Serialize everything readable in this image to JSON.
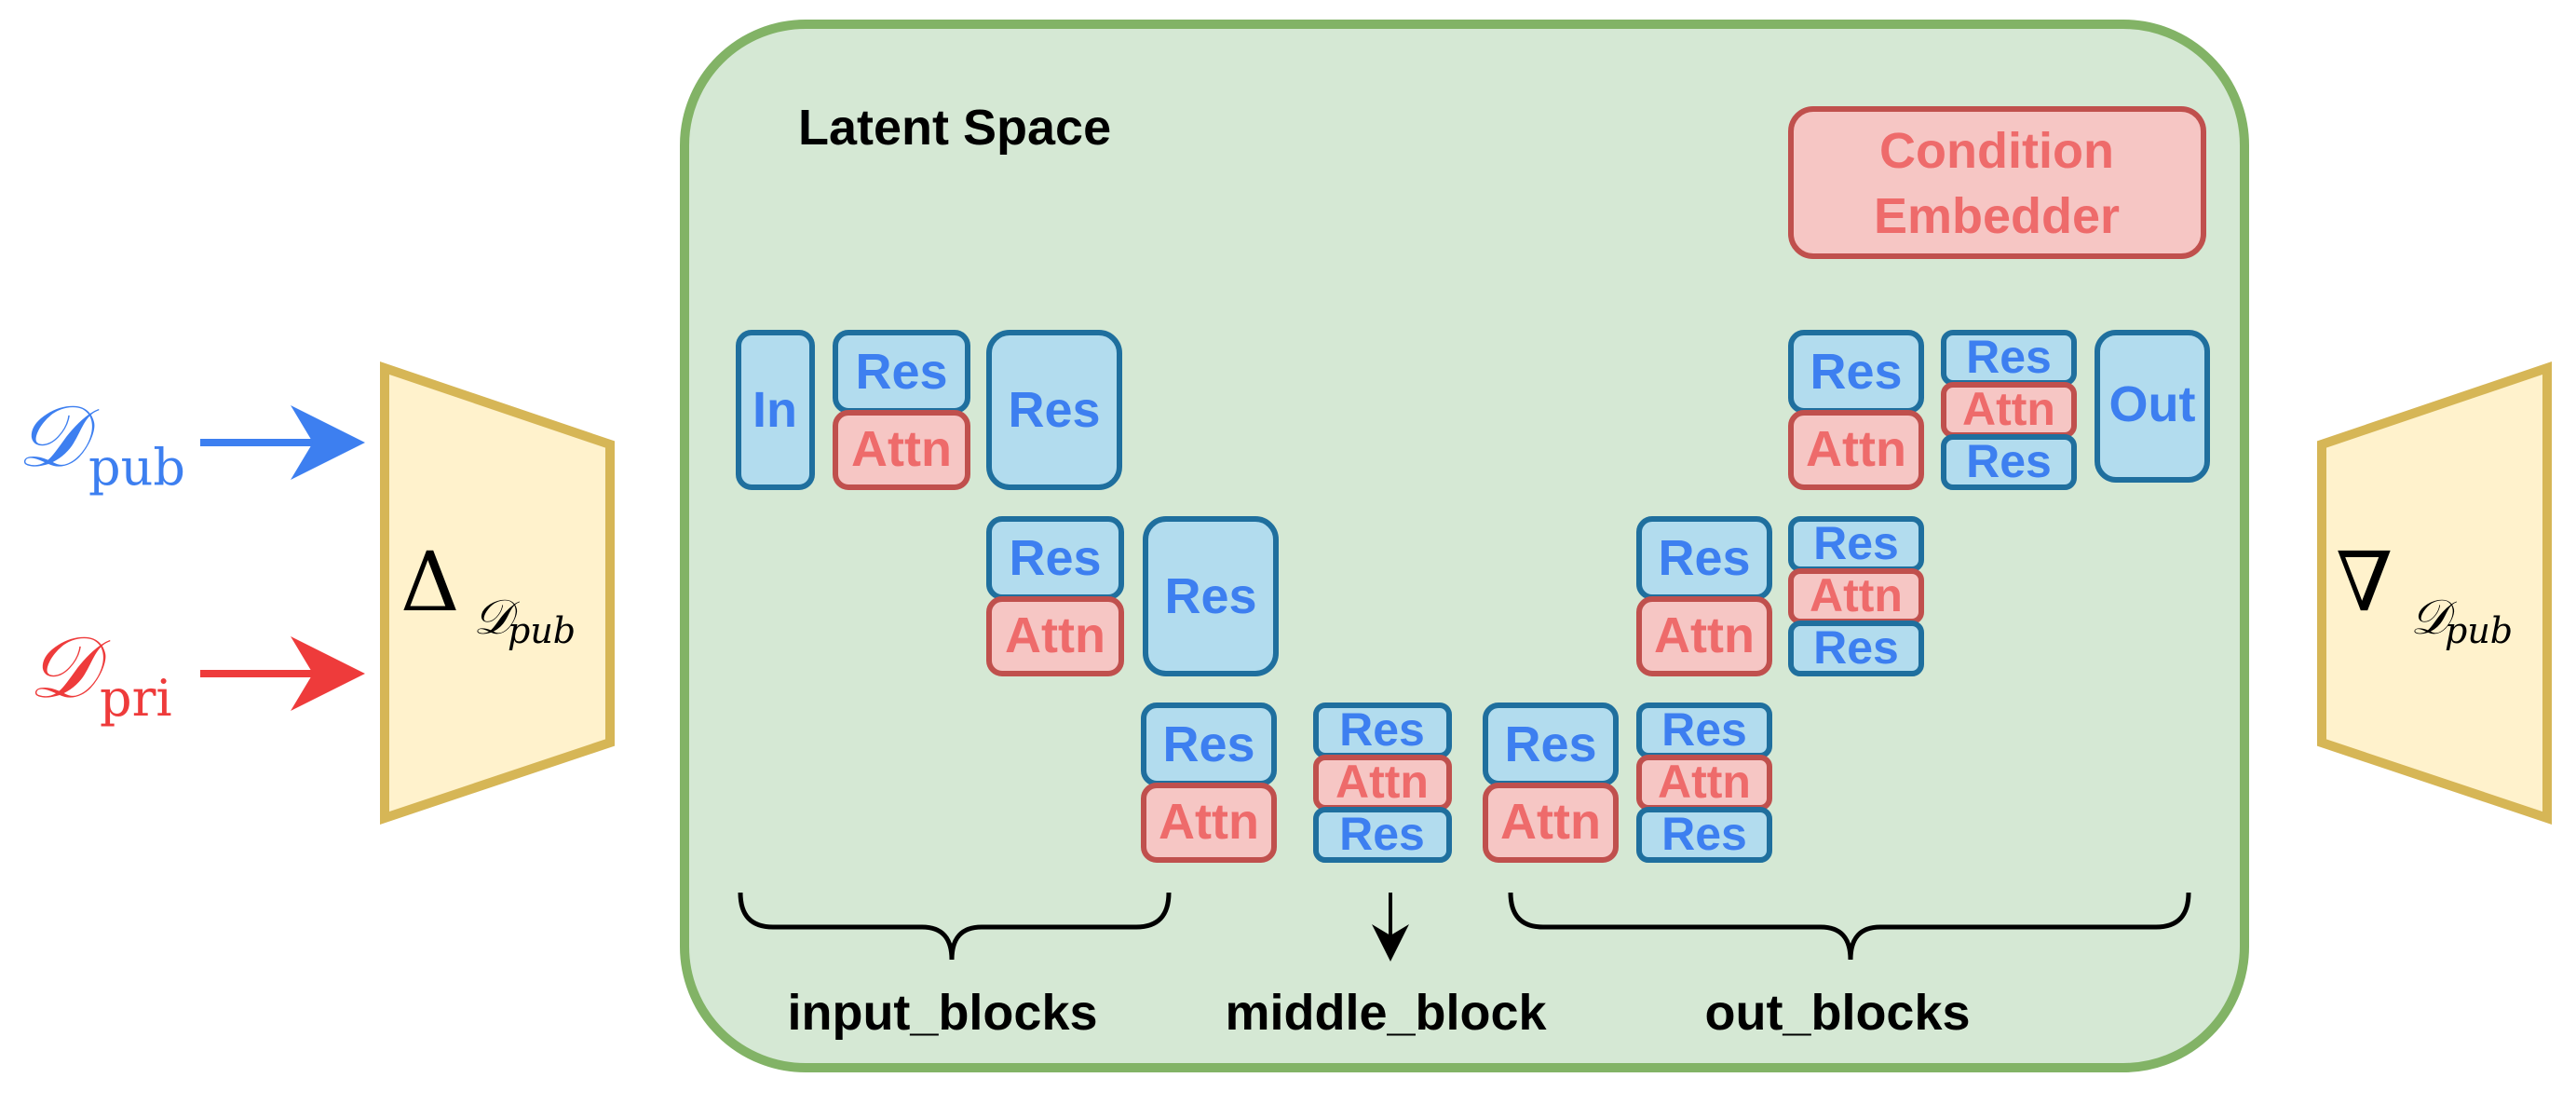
{
  "inputs": {
    "pub": {
      "symbol": "𝒟",
      "subscript": "pub",
      "color": "#3d7ff0"
    },
    "pri": {
      "symbol": "𝒟",
      "subscript": "pri",
      "color": "#ee3b3b"
    }
  },
  "encoder": {
    "symbol": "Δ",
    "sub_symbol": "𝒟",
    "sub_text": "pub"
  },
  "decoder": {
    "symbol": "∇",
    "sub_symbol": "𝒟",
    "sub_text": "pub"
  },
  "latent_space": {
    "title": "Latent Space"
  },
  "condition_embedder": {
    "line1": "Condition",
    "line2": "Embedder"
  },
  "block_labels": {
    "in": "In",
    "res": "Res",
    "attn": "Attn",
    "out": "Out"
  },
  "groups": {
    "input": "input_blocks",
    "middle": "middle_block",
    "output": "out_blocks"
  },
  "colors": {
    "panel_fill": "#d5e8d4",
    "panel_stroke": "#82b366",
    "trapezoid_fill": "#fff2cc",
    "trapezoid_stroke": "#d6b656",
    "res_fill": "#b2dcee",
    "res_stroke": "#1f6f9e",
    "attn_fill": "#f6c6c4",
    "attn_stroke": "#c0504d"
  }
}
